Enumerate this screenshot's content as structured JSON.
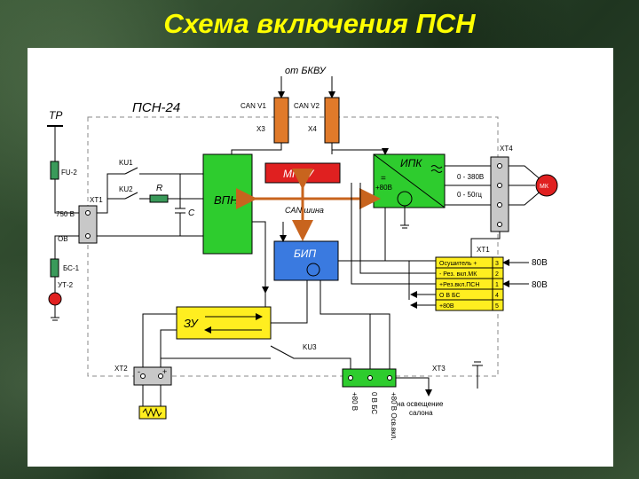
{
  "slide": {
    "title": "Схема включения ПСН"
  },
  "diagram": {
    "title": "ПСН-24",
    "source_label": "от БКВУ",
    "can_v1": "CAN V1",
    "can_v2": "CAN V2",
    "x3": "X3",
    "x4": "X4",
    "tr": "ТР",
    "fu2": "FU-2",
    "ku1": "KU1",
    "ku2": "KU2",
    "r": "R",
    "c": "C",
    "xt1": "XT1",
    "v750": "750 В",
    "ov": "ОВ",
    "bs1": "БС-1",
    "ut2": "УТ-2",
    "vpn": "ВПН",
    "mpsu": "МПСУ",
    "ipk": "ИПК",
    "ipk_eq": "=",
    "ipk_80v": "+80В",
    "can_bus": "CAN  шина",
    "bip": "БИП",
    "zu": "ЗУ",
    "ku3": "KU3",
    "xt2": "XT2",
    "xt2_minus": "-",
    "xt2_plus": "+",
    "xt3": "XT3",
    "xt4": "XT4",
    "xt1_right": "XT1",
    "out_380": "0 - 380В",
    "out_50": "0 - 50гц",
    "mk": "МК",
    "terminals": [
      {
        "label": "Осушитель +",
        "num": "3"
      },
      {
        "label": "- Рез. вкл.МК",
        "num": "2"
      },
      {
        "label": "+Рез.вкл.ПСН",
        "num": "1"
      },
      {
        "label": "О В БС",
        "num": "4"
      },
      {
        "label": "+80В",
        "num": "5"
      }
    ],
    "v80_a": "80В",
    "v80_b": "80В",
    "bottom_labels": [
      "+80 В",
      "0 В БС",
      "+80 В Осв.вкл."
    ],
    "lighting": [
      "на освещение",
      "салона"
    ]
  }
}
